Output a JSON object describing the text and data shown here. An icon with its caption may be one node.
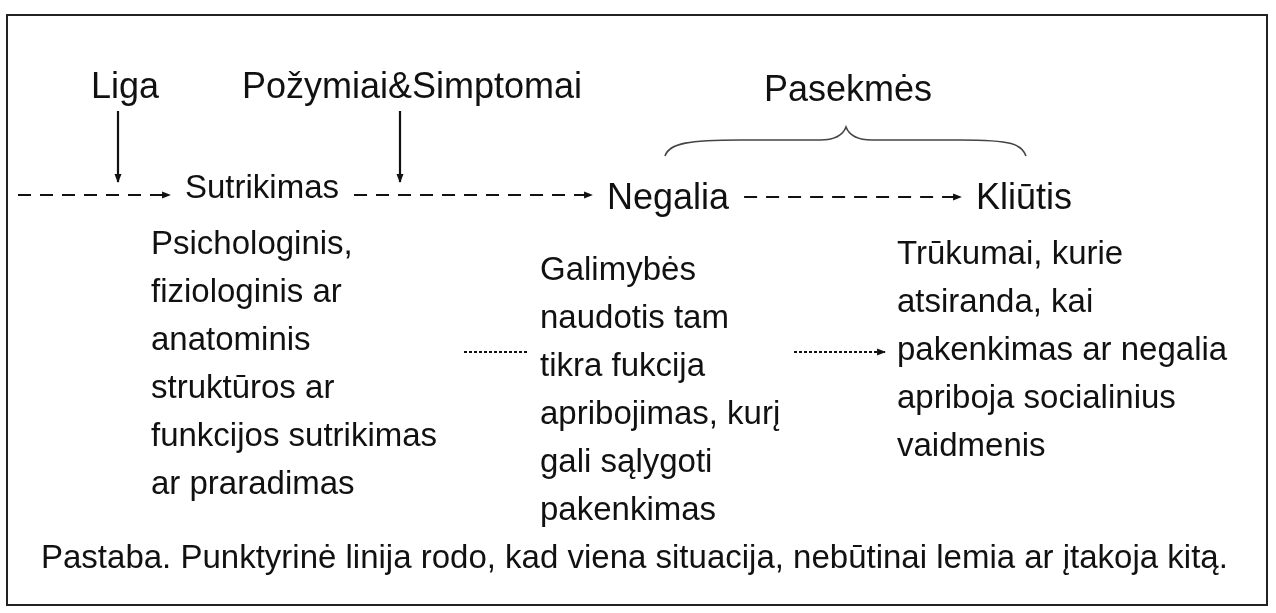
{
  "diagram": {
    "caption": "Pastaba. Punktyrinė linija rodo, kad viena situacija, nebūtinai lemia ar įtakoja kitą.",
    "nodes": [
      {
        "text": [
          "Liga"
        ]
      },
      {
        "text": [
          "Požymiai&Simptomai"
        ]
      },
      {
        "text": [
          "Pasekmės"
        ]
      },
      {
        "text": [
          "Sutrikimas"
        ]
      },
      {
        "text": [
          "Negalia"
        ]
      },
      {
        "text": [
          "Kliūtis"
        ]
      },
      {
        "text": [
          "Psichologinis, fiziologinis ar anatominis struktūros ar funkcijos sutrikimas ar praradimas"
        ]
      },
      {
        "text": [
          "Galimybės naudotis tam tikra fukcija apribojimas, kurį gali sąlygoti pakenkimas"
        ]
      },
      {
        "text": [
          "Trūkumai, kurie atsiranda, kai pakenkimas ar negalia apriboja socialinius vaidmenis"
        ]
      }
    ],
    "edges": [
      {
        "from": 0,
        "to": null,
        "arrow": "to"
      },
      {
        "from": 1,
        "to": null,
        "arrow": "to"
      },
      {
        "from": null,
        "to": 3,
        "arrow": "to",
        "style": "dashed"
      },
      {
        "from": 3,
        "to": 4,
        "arrow": "to",
        "style": "dashed"
      },
      {
        "from": 4,
        "to": 5,
        "arrow": "to",
        "style": "dashed"
      },
      {
        "from": 6,
        "to": 7,
        "arrow": "none",
        "style": "dashed"
      },
      {
        "from": 7,
        "to": 8,
        "arrow": "to",
        "style": "dashed"
      }
    ]
  }
}
